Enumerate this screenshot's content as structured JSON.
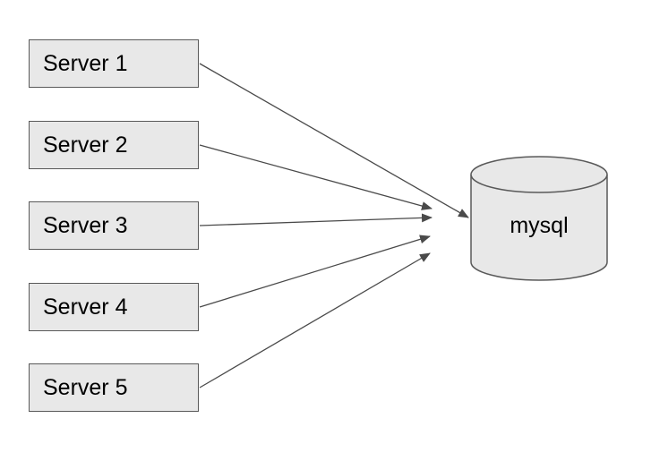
{
  "servers": [
    {
      "label": "Server 1"
    },
    {
      "label": "Server 2"
    },
    {
      "label": "Server 3"
    },
    {
      "label": "Server 4"
    },
    {
      "label": "Server 5"
    }
  ],
  "database": {
    "label": "mysql"
  },
  "colors": {
    "box_fill": "#e8e8e8",
    "stroke": "#595959",
    "text": "#000000",
    "background": "#ffffff"
  }
}
